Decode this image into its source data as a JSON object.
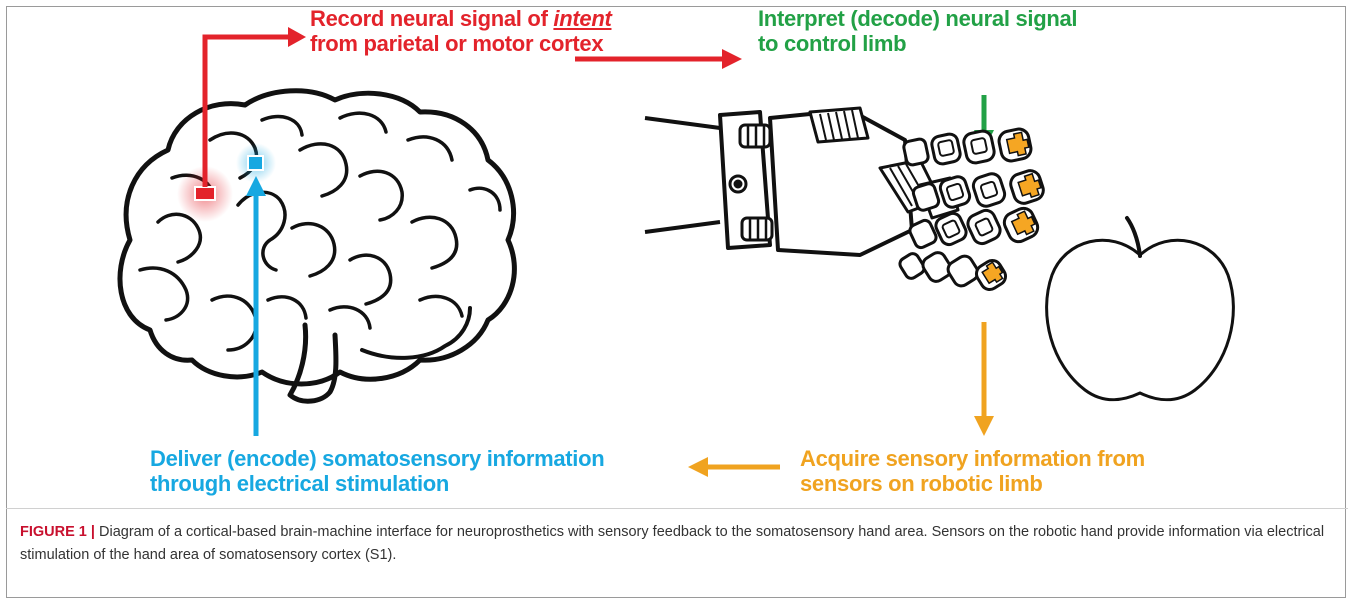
{
  "labels": {
    "record_line1_prefix": "Record neural signal of ",
    "record_line1_italic": "intent",
    "record_line2": "from parietal or motor cortex",
    "interpret_line1": "Interpret (decode) neural signal",
    "interpret_line2": "to control limb",
    "deliver_line1": "Deliver (encode) somatosensory information",
    "deliver_line2": "through electrical stimulation",
    "acquire_line1": "Acquire sensory information from",
    "acquire_line2": "sensors on robotic limb"
  },
  "caption": {
    "label": "FIGURE 1 |",
    "text": " Diagram of a cortical-based brain-machine interface for neuroprosthetics with sensory feedback to the somatosensory hand area. Sensors on the robotic hand provide information via electrical stimulation of the hand area of somatosensory cortex (S1)."
  },
  "colors": {
    "record": "#e3232b",
    "interpret": "#22a146",
    "deliver": "#17a8e1",
    "acquire": "#f0a320",
    "sensor_pads": "#f5a623"
  },
  "icons": {
    "brain": "brain-illustration",
    "hand": "robotic-hand-illustration",
    "apple": "apple-illustration"
  }
}
